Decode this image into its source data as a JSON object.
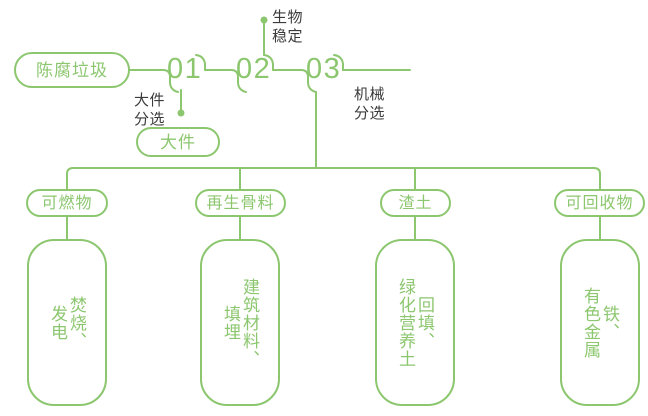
{
  "diagram": {
    "type": "process-flowchart",
    "title": "",
    "colors": {
      "accent_green": "#8cc76f",
      "note_text": "#3b3b3b",
      "background": "#ffffff"
    },
    "source_node": {
      "label": "陈腐垃圾"
    },
    "steps": [
      {
        "number": "01",
        "note": "大件\n分选",
        "note_position": "below"
      },
      {
        "number": "02",
        "note": "生物\n稳定",
        "note_position": "above"
      },
      {
        "number": "03",
        "note": "机械\n分选",
        "note_position": "below"
      }
    ],
    "branch_node": {
      "label": "大件"
    },
    "outputs": [
      {
        "category": "可燃物",
        "destination": "焚烧、\n发电"
      },
      {
        "category": "再生骨料",
        "destination": "建筑材料、\n填埋"
      },
      {
        "category": "渣土",
        "destination": "回填、\n绿化营养土"
      },
      {
        "category": "可回收物",
        "destination": "铁、\n有色金属"
      }
    ]
  }
}
